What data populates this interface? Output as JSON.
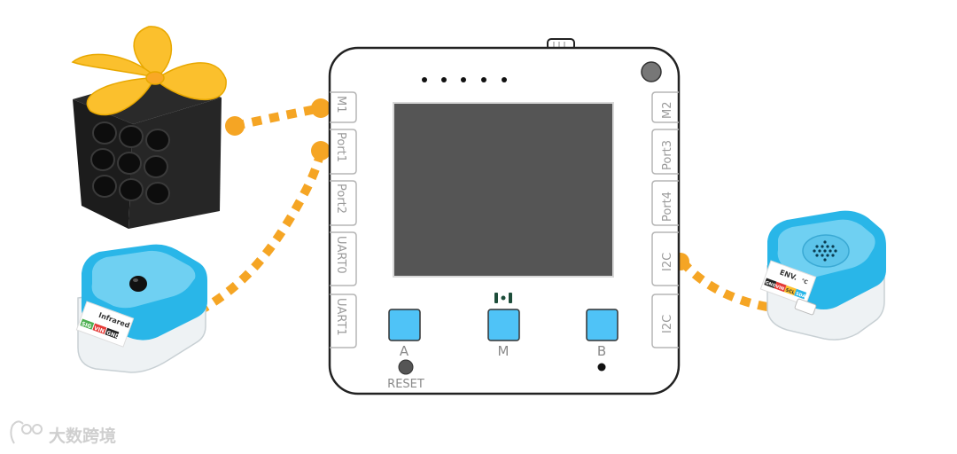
{
  "board": {
    "ports_left": [
      "M1",
      "Port1",
      "Port2",
      "UART0",
      "UART1"
    ],
    "ports_right": [
      "M2",
      "Port3",
      "Port4",
      "I2C",
      "I2C"
    ],
    "buttons": {
      "a_label": "A",
      "m_label": "M",
      "b_label": "B",
      "reset_label": "RESET"
    }
  },
  "modules": {
    "infrared": {
      "title": "Infrared",
      "pins": [
        "SIG",
        "VIN",
        "GND"
      ]
    },
    "env": {
      "title": "ENV.",
      "unit": "°C",
      "pins": [
        "GND",
        "VIN",
        "SCL",
        "SDA"
      ]
    }
  },
  "watermark": {
    "text": "大数跨境"
  },
  "colors": {
    "cable": "#f5a524",
    "button": "#4fc3f7",
    "module_blue": "#29b6e8",
    "screen": "#555555",
    "fan": "#fbc02d"
  }
}
